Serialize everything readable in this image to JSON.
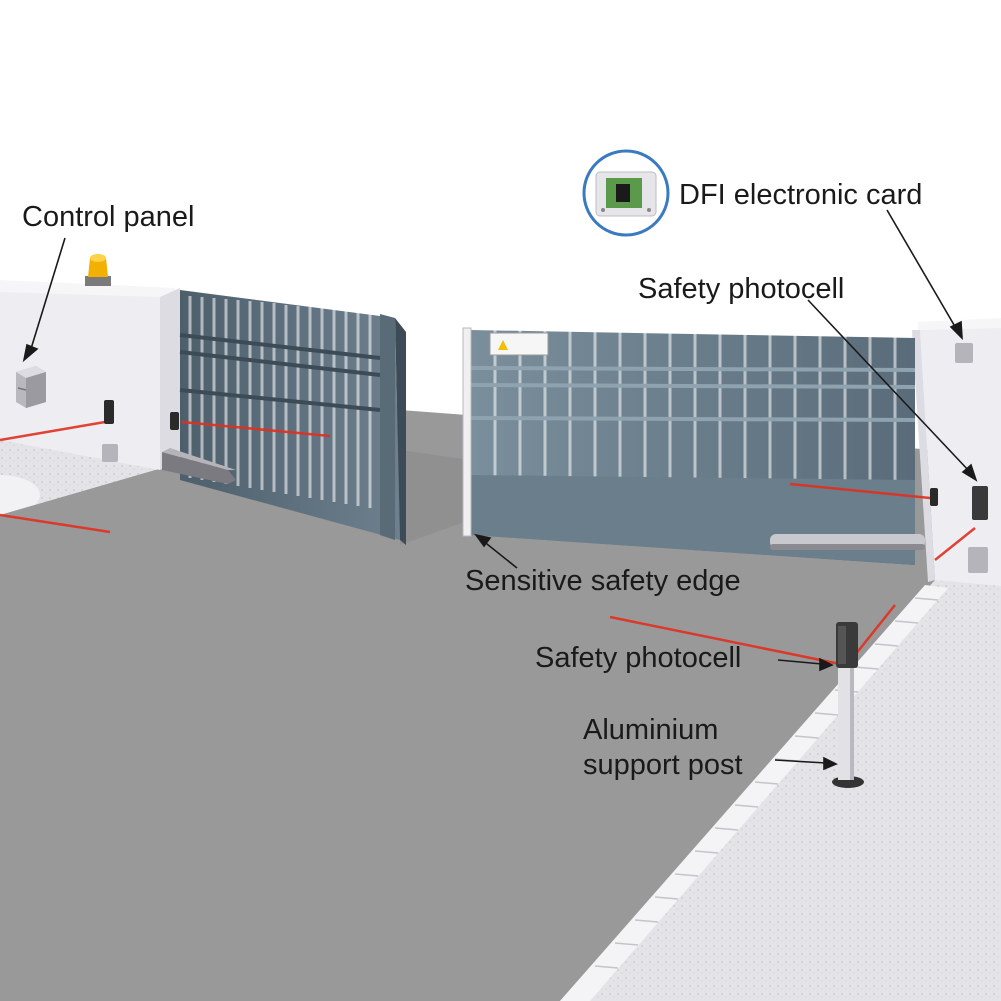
{
  "labels": {
    "control_panel": "Control panel",
    "dfi_card": "DFI electronic card",
    "photocell_top": "Safety photocell",
    "safety_edge": "Sensitive safety edge",
    "photocell_bottom": "Safety photocell",
    "support_post_line1": "Aluminium",
    "support_post_line2": "support post"
  },
  "colors": {
    "ground": "#999999",
    "gate": "#5f7180",
    "wall": "#eeeef2",
    "beam": "#e03020",
    "lamp": "#f2b000",
    "inset_ring": "#3a7ac0"
  }
}
